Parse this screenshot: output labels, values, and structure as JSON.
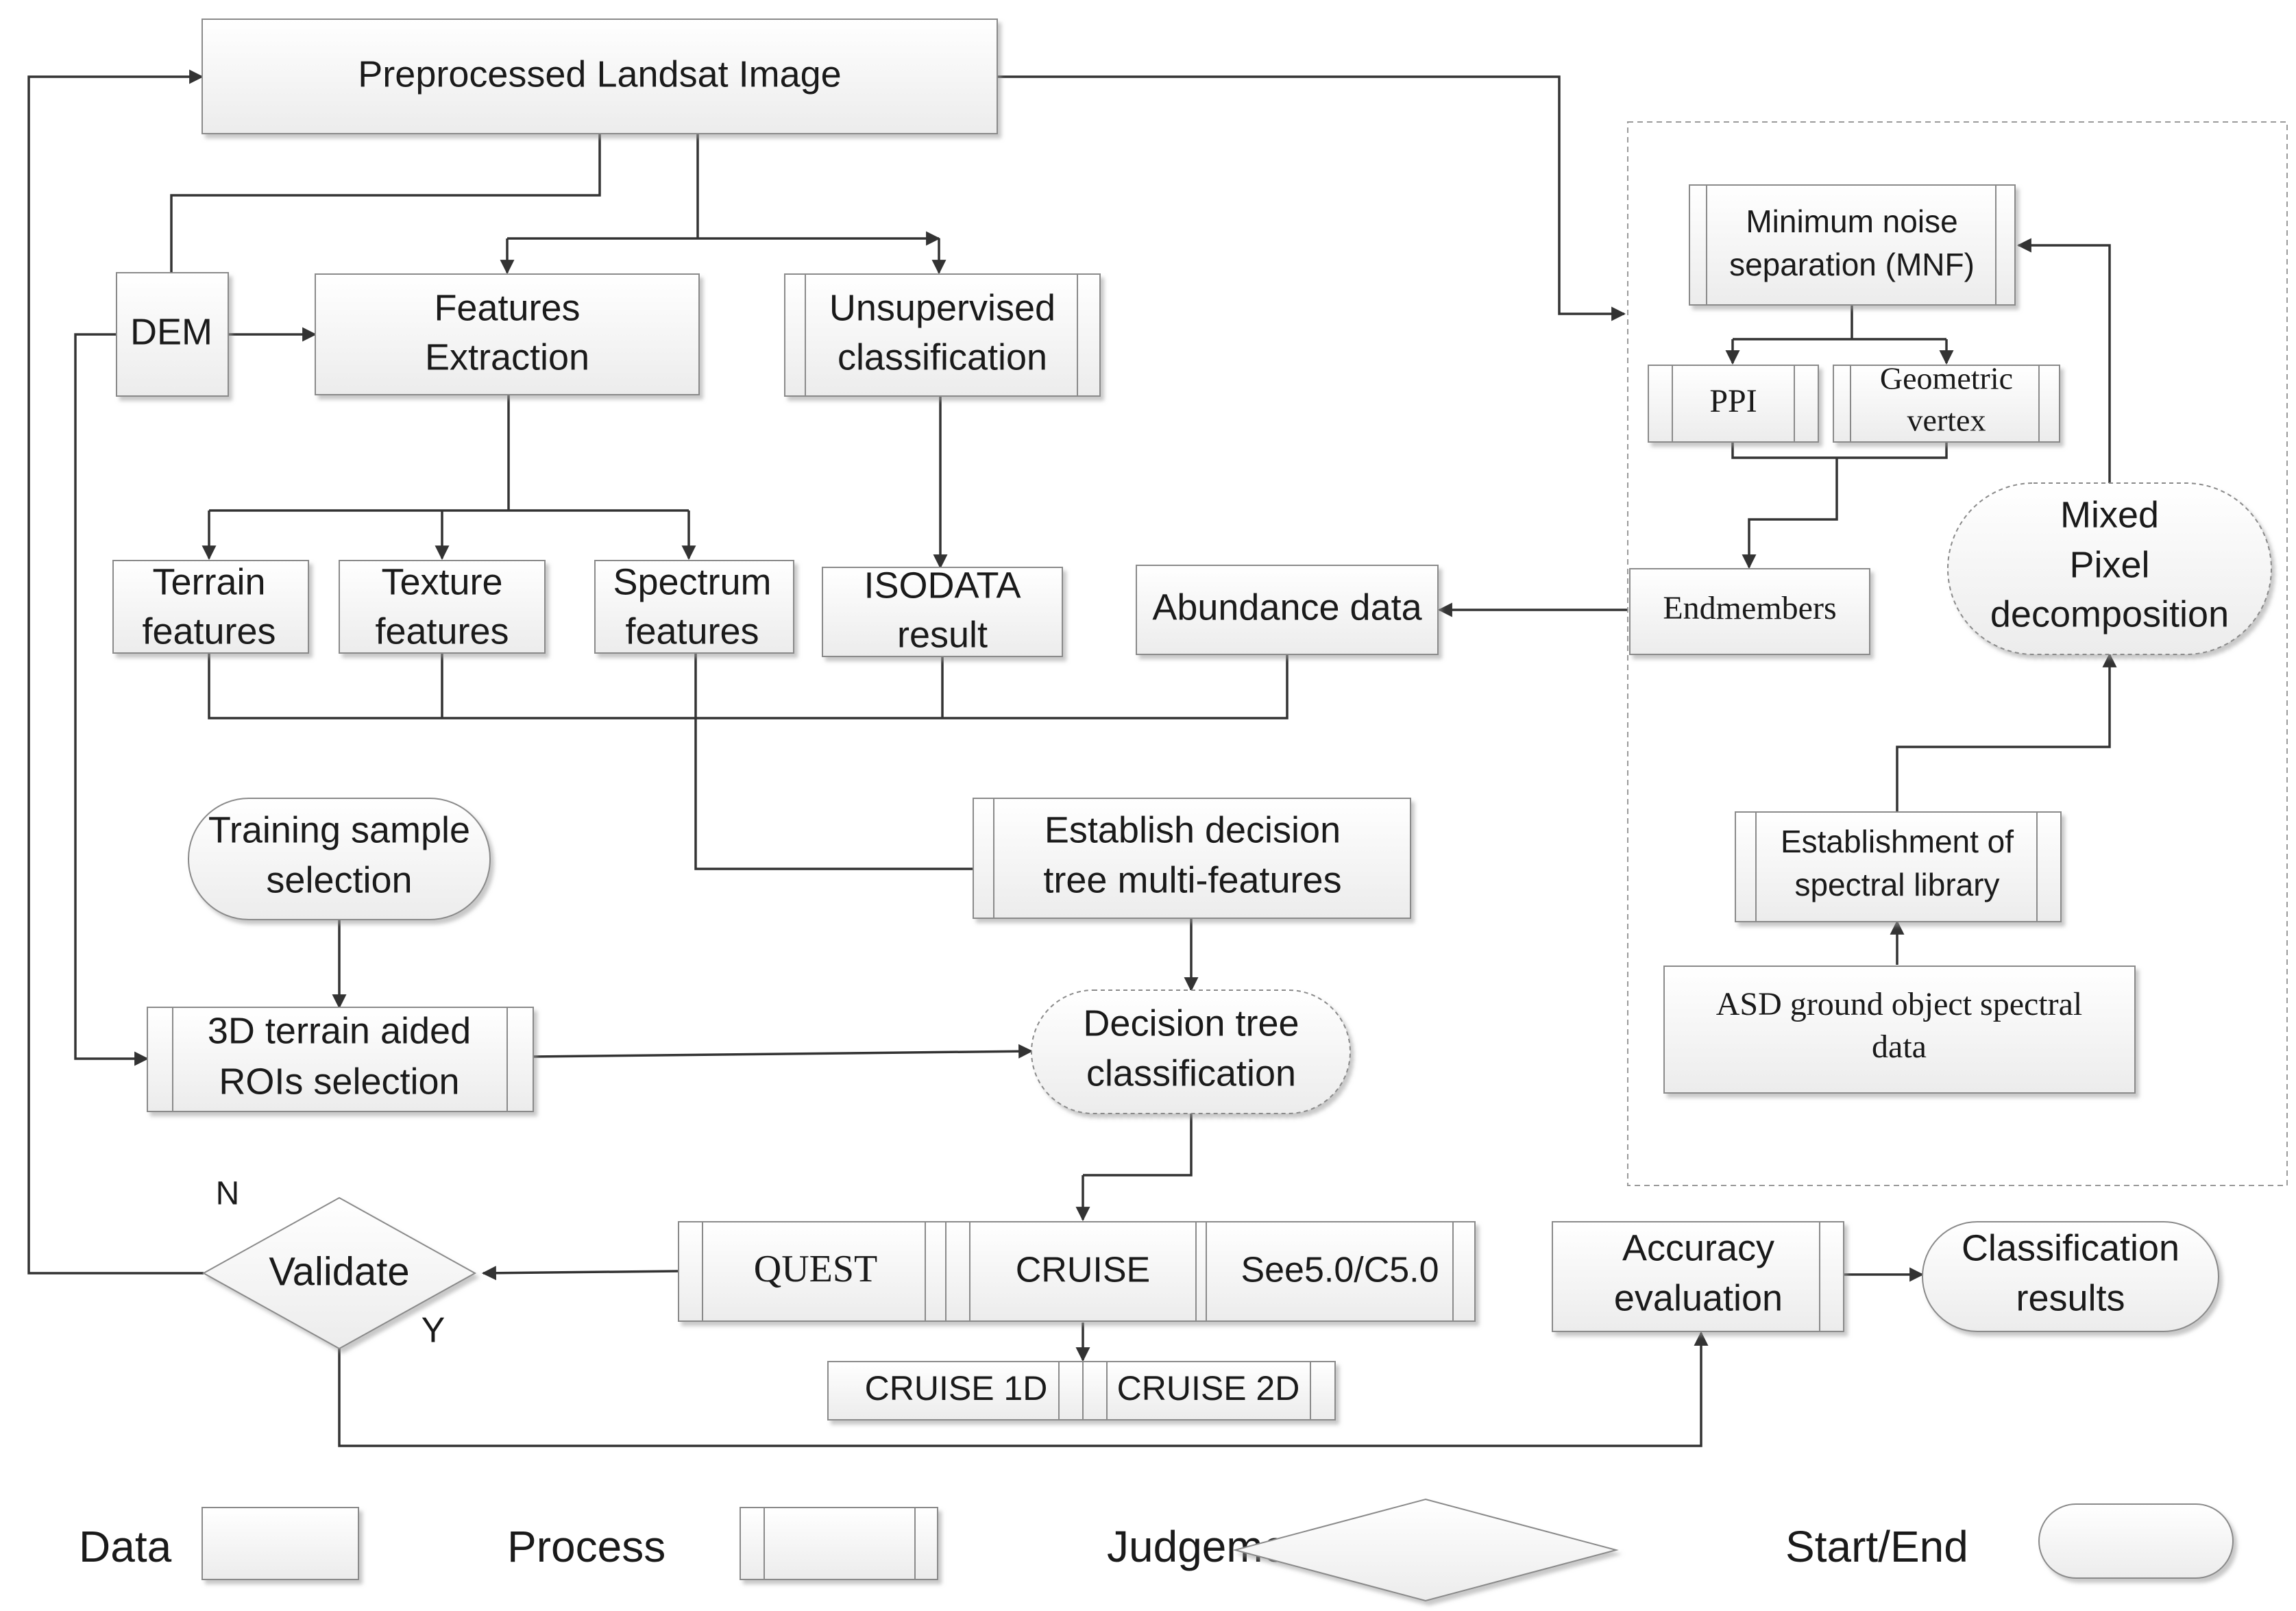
{
  "nodes": {
    "landsat": "Preprocessed Landsat Image",
    "dem": "DEM",
    "features_extraction": [
      "Features",
      "Extraction"
    ],
    "unsupervised": [
      "Unsupervised",
      "classification"
    ],
    "terrain": [
      "Terrain",
      "features"
    ],
    "texture": [
      "Texture",
      "features"
    ],
    "spectrum": [
      "Spectrum",
      "features"
    ],
    "isodata": [
      "ISODATA",
      "result"
    ],
    "abundance": "Abundance data",
    "mnf": [
      "Minimum noise",
      "separation (MNF)"
    ],
    "ppi": "PPI",
    "geometric_vertex": [
      "Geometric",
      "vertex"
    ],
    "endmembers": "Endmembers",
    "mixed_pixel": [
      "Mixed",
      "Pixel",
      "decomposition"
    ],
    "spectral_library": [
      "Establishment of",
      "spectral library"
    ],
    "asd": [
      "ASD ground object spectral",
      "data"
    ],
    "training": [
      "Training sample",
      "selection"
    ],
    "establish_dt": [
      "Establish decision",
      "tree multi-features"
    ],
    "rois": [
      "3D terrain aided",
      "ROIs selection"
    ],
    "dt_classification": [
      "Decision tree",
      "classification"
    ],
    "quest": "QUEST",
    "cruise": "CRUISE",
    "see5": "See5.0/C5.0",
    "cruise1d": "CRUISE 1D",
    "cruise2d": "CRUISE 2D",
    "validate": "Validate",
    "accuracy": [
      "Accuracy",
      "evaluation"
    ],
    "results": [
      "Classification",
      "results"
    ]
  },
  "labels": {
    "no": "N",
    "yes": "Y"
  },
  "legend": {
    "data": "Data",
    "process": "Process",
    "judgement": "Judgement",
    "start_end": "Start/End"
  }
}
